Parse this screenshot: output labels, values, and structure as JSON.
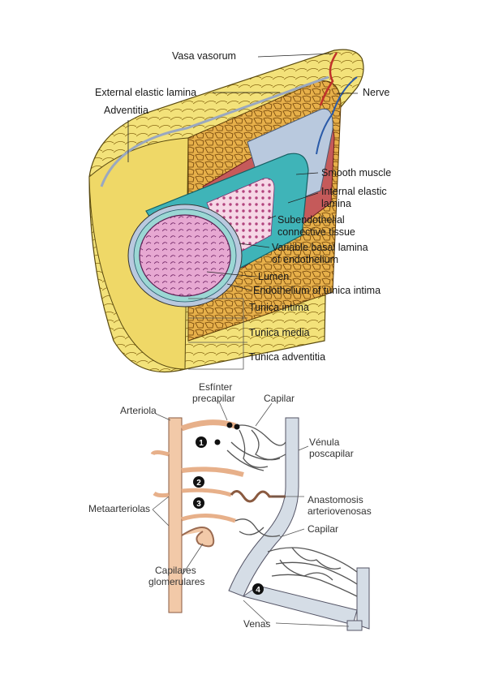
{
  "vessel_wall": {
    "vasa_vasorum": "Vasa vasorum",
    "external_elastic_lamina": "External elastic lamina",
    "adventitia": "Adventitia",
    "nerve": "Nerve",
    "smooth_muscle": "Smooth muscle",
    "internal_elastic_lamina": [
      "Internal elastic",
      "lamina"
    ],
    "subendothelial_tissue": [
      "Subendothelial",
      "connective tissue"
    ],
    "basal_lamina": [
      "Variable basal lamina",
      "of endothelium"
    ],
    "lumen": "Lumen",
    "endothelium": "Endothelium of tunica intima",
    "tunica_intima": "Tunica intima",
    "tunica_media": "Tunica media",
    "tunica_adventitia": "Tunica adventitia",
    "colors": {
      "adventitia": "#f3e27a",
      "media": "#d8a13a",
      "muscle_cells": "#e89a2e",
      "intima": "#3fb4b8",
      "subendothelial": "#c55a5a",
      "lumen": "#e7a8d2",
      "elastic": "#c9d6ea"
    }
  },
  "microcirculation": {
    "esfinter": [
      "Esfínter",
      "precapilar"
    ],
    "capilar_top": "Capilar",
    "arteriola": "Arteriola",
    "venula": [
      "Vénula",
      "poscapilar"
    ],
    "anastomosis": [
      "Anastomosis",
      "arteriovenosas"
    ],
    "metaarteriolas": "Metaarteriolas",
    "capilar_mid": "Capilar",
    "capilares_glomerulares": [
      "Capilares",
      "glomerulares"
    ],
    "venas": "Venas",
    "markers": [
      "1",
      "2",
      "3",
      "4"
    ],
    "colors": {
      "artery": "#f2c9a8",
      "vein": "#d5dde6",
      "capillary_stroke": "#555555"
    }
  }
}
